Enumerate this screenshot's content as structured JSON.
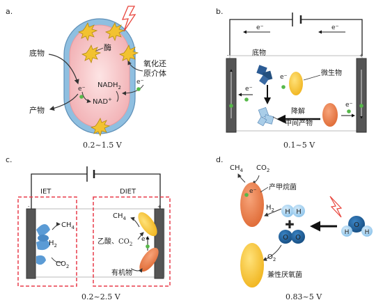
{
  "panels": {
    "a": {
      "letter": "a.",
      "substrate": "底物",
      "enzyme": "酶",
      "mediator_line1": "氧化还",
      "mediator_line2": "原介体",
      "nadh": "NADH",
      "nadh_sub": "2",
      "nad": "NAD",
      "nad_sup": "+",
      "electron": "e",
      "electron_sup": "−",
      "product": "产物",
      "voltage": "0.2~1.5 V"
    },
    "b": {
      "letter": "b.",
      "electron": "e",
      "electron_sup": "−",
      "substrate": "底物",
      "microbe": "微生物",
      "degrade": "降解",
      "intermediate": "中间产物",
      "minus": "-",
      "plus": "+",
      "voltage": "0.1~5 V"
    },
    "c": {
      "letter": "c.",
      "iet": "IET",
      "diet": "DIET",
      "ch4": "CH",
      "ch4_sub": "4",
      "h2": "H",
      "h2_sub": "2",
      "co2": "CO",
      "co2_sub": "2",
      "acetate_co2": "乙酸、CO",
      "electron": "e",
      "electron_sup": "−",
      "organics": "有机物",
      "minus": "-",
      "plus": "+",
      "voltage": "0.2~2.5 V"
    },
    "d": {
      "letter": "d.",
      "ch4": "CH",
      "ch4_sub": "4",
      "co2": "CO",
      "co2_sub": "2",
      "methanogen": "产甲烷菌",
      "electron": "e",
      "electron_sup": "−",
      "h2": "H",
      "h2_sub": "2",
      "h": "H",
      "o": "O",
      "o2": "O",
      "o2_sub": "2",
      "facultative": "兼性厌氧菌",
      "voltage": "0.83~5 V"
    }
  },
  "colors": {
    "cell_outer": "#8fbfe0",
    "cell_inner": "#f7c9c9",
    "enzyme": "#f2c230",
    "electrode": "#6b6b6b",
    "microbe_yellow": "#f6c531",
    "microbe_orange": "#eb7d47",
    "substrate_blue": "#2b5b94",
    "intermediate_blue": "#a9cde8",
    "dna_blue": "#5b9bd5",
    "dashed_red": "#e83b4a",
    "electron_green": "#56b849",
    "h_atom": "#a9d3f0",
    "o_atom": "#1f5f98",
    "lightning": "#e8453c"
  }
}
